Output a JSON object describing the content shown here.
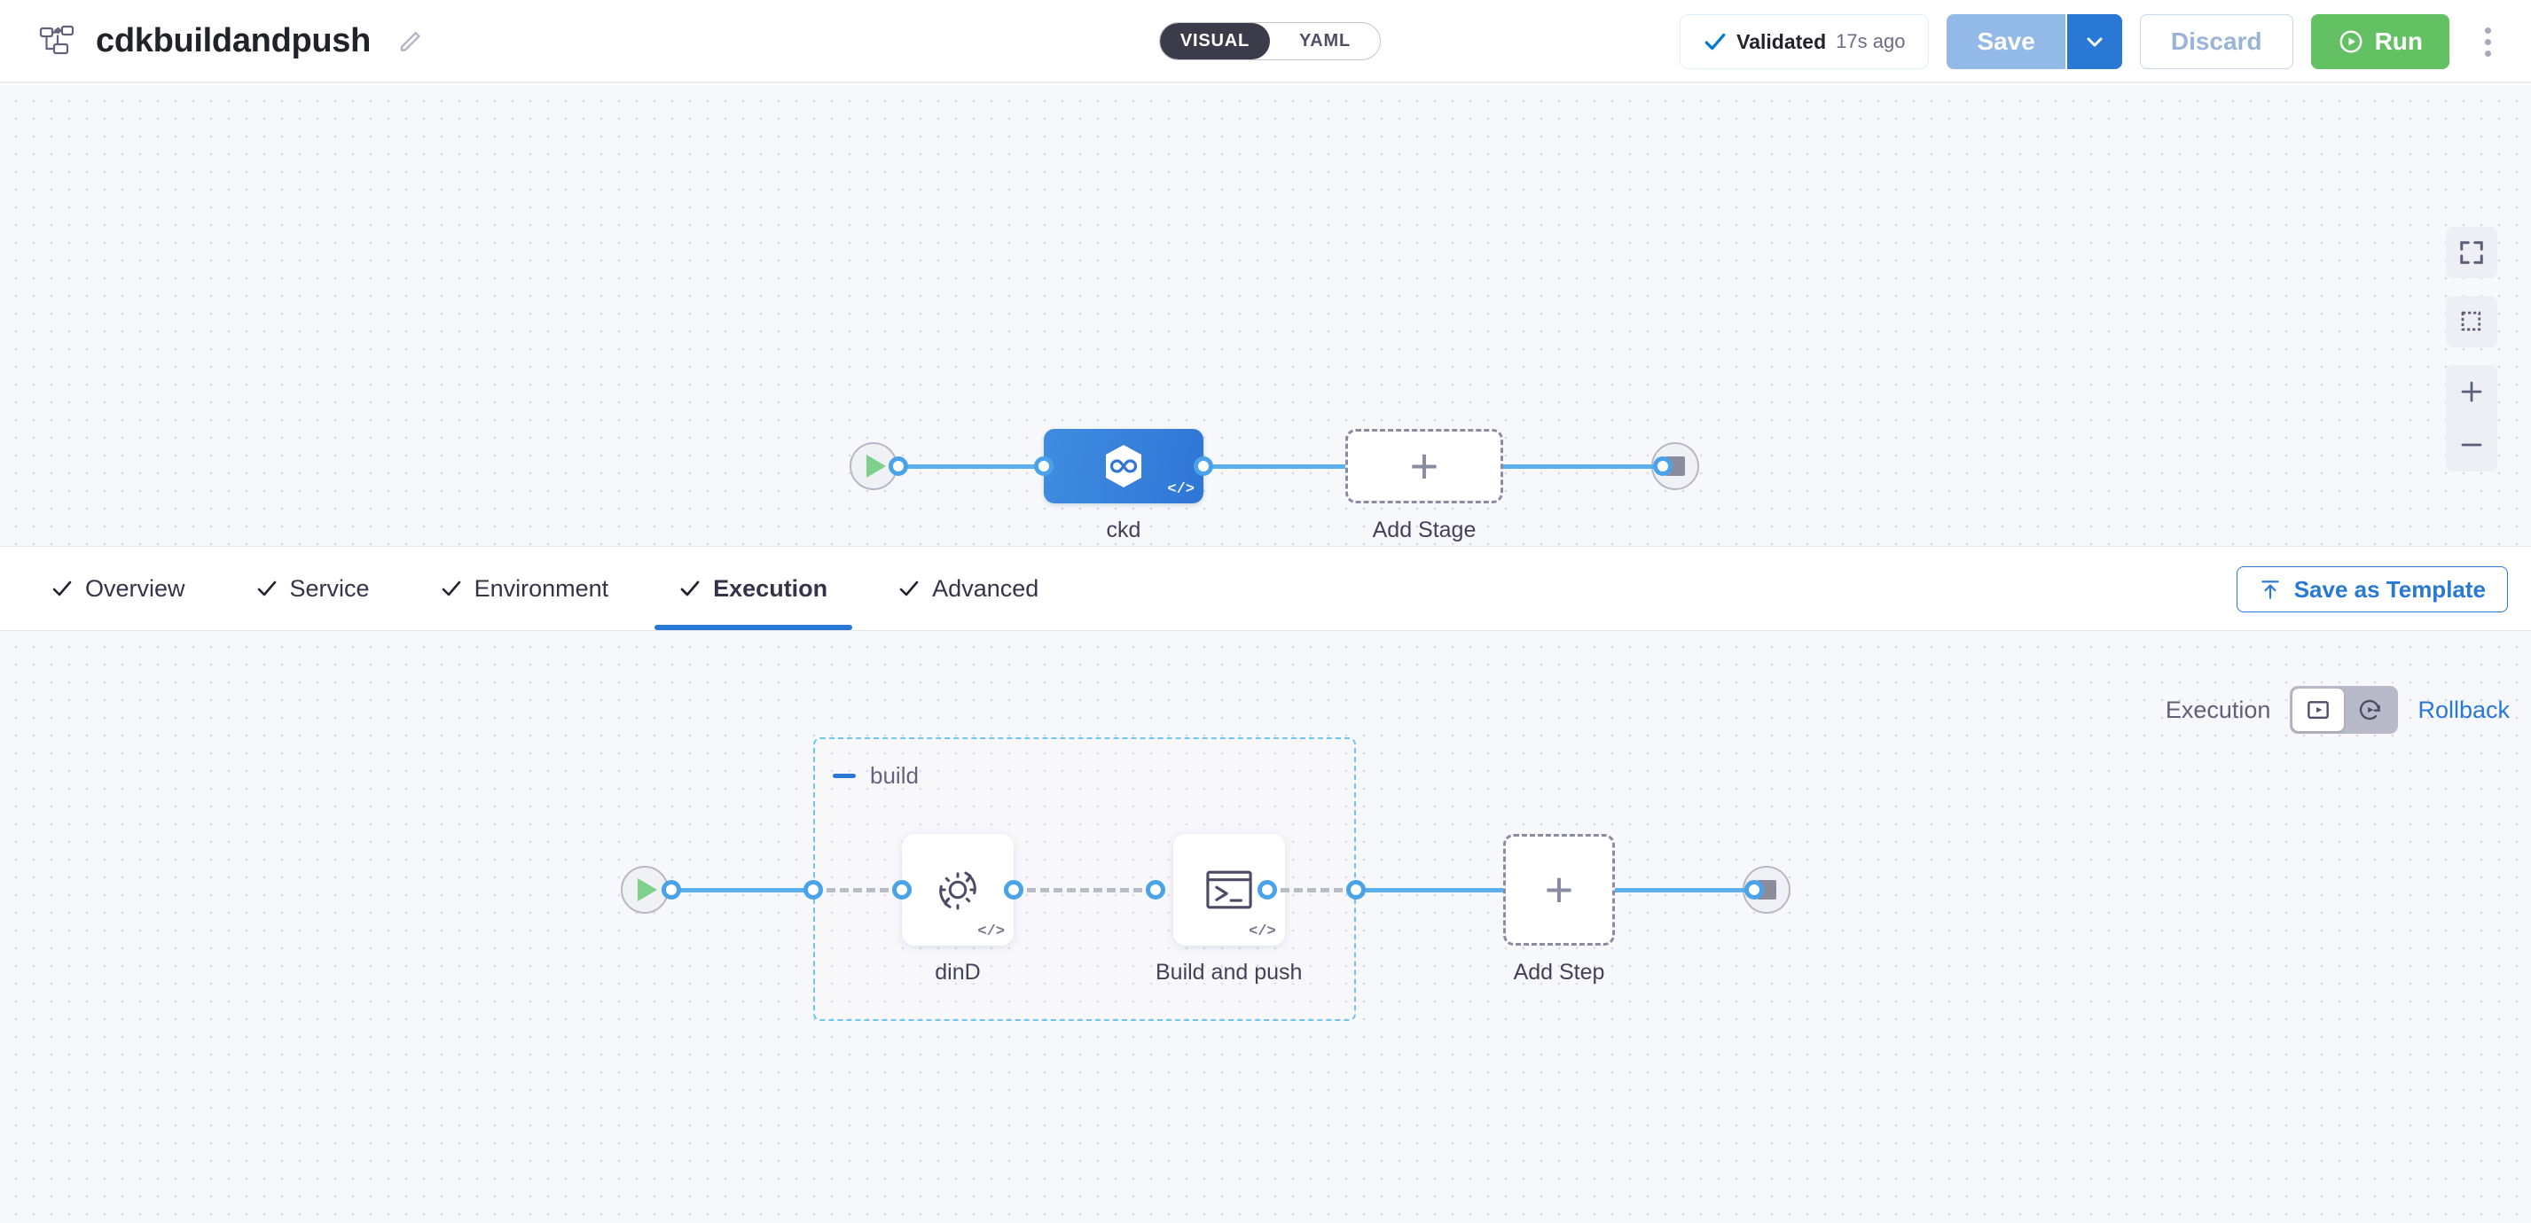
{
  "header": {
    "pipeline_icon": "pipeline-flow-icon",
    "title": "cdkbuildandpush",
    "edit_icon": "pencil-icon",
    "mode_toggle": {
      "options": [
        "VISUAL",
        "YAML"
      ],
      "selected": "VISUAL"
    },
    "validated": {
      "icon": "check-icon",
      "label": "Validated",
      "time": "17s ago"
    },
    "save": {
      "label": "Save",
      "caret_icon": "chevron-down-icon",
      "disabled": true
    },
    "discard": {
      "label": "Discard",
      "disabled": true
    },
    "run": {
      "label": "Run",
      "icon": "play-circle-icon"
    },
    "more_icon": "kebab-menu-icon"
  },
  "stage_canvas": {
    "start_node": {
      "icon": "play-icon"
    },
    "stages": [
      {
        "label": "ckd",
        "icon": "harness-hexagon-infinity-icon",
        "badge": "</>",
        "selected": true
      }
    ],
    "add_stage": {
      "label": "Add Stage",
      "icon": "plus-icon"
    },
    "end_node": {
      "icon": "stop-square-icon"
    },
    "controls": [
      {
        "name": "fit-to-screen-button",
        "icon": "expand-corners-icon"
      },
      {
        "name": "zoom-to-selection-button",
        "icon": "marquee-select-icon"
      },
      {
        "name": "zoom-in-button",
        "icon": "plus-icon"
      },
      {
        "name": "zoom-out-button",
        "icon": "minus-icon"
      }
    ]
  },
  "tabs": {
    "items": [
      {
        "label": "Overview",
        "checked": true,
        "active": false
      },
      {
        "label": "Service",
        "checked": true,
        "active": false
      },
      {
        "label": "Environment",
        "checked": true,
        "active": false
      },
      {
        "label": "Execution",
        "checked": true,
        "active": true
      },
      {
        "label": "Advanced",
        "checked": true,
        "active": false
      }
    ],
    "save_as_template": {
      "label": "Save as Template",
      "icon": "upload-to-bar-icon"
    }
  },
  "execution": {
    "switch": {
      "left_label": "Execution",
      "right_label": "Rollback",
      "segments": [
        {
          "name": "execution-segment",
          "icon": "play-in-box-icon",
          "selected": true
        },
        {
          "name": "rollback-segment",
          "icon": "rollback-arrow-icon",
          "selected": false
        }
      ]
    },
    "start_node": {
      "icon": "play-icon"
    },
    "group": {
      "title": "build",
      "collapse_icon": "minus-icon",
      "steps": [
        {
          "label": "dinD",
          "icon": "gear-rotate-icon",
          "badge": "</>"
        },
        {
          "label": "Build and push",
          "icon": "terminal-icon",
          "badge": "</>"
        }
      ]
    },
    "add_step": {
      "label": "Add Step",
      "icon": "plus-icon"
    },
    "end_node": {
      "icon": "stop-square-icon"
    }
  },
  "colors": {
    "accent_blue": "#2878d4",
    "edge_blue": "#5ab0ef",
    "run_green": "#63c163",
    "group_border": "#6fc4f0",
    "canvas_bg": "#f7f8fb"
  }
}
